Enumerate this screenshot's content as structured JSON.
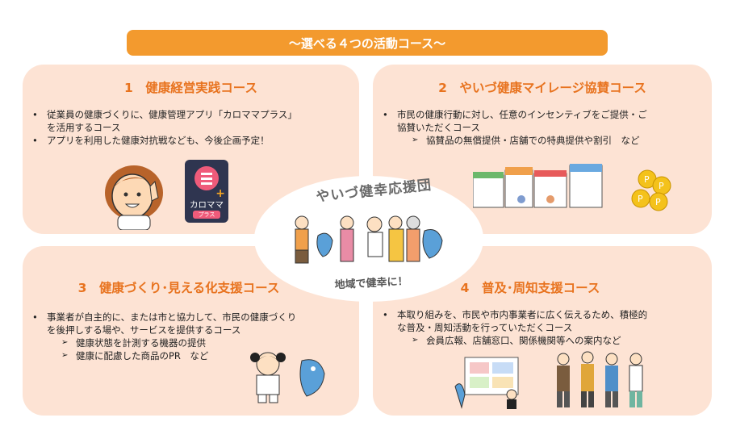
{
  "banner": {
    "title": "～選べる４つの活動コース～"
  },
  "center": {
    "title": "やいづ健幸応援団",
    "subtitle": "地域で健幸に！"
  },
  "courses": [
    {
      "title": "1　健康経営実践コース",
      "bullets": [
        "従業員の健康づくりに、健康管理アプリ「カロママプラス」",
        "を活用するコース",
        "アプリを利用した健康対抗戦なども、今後企画予定！"
      ],
      "app_label_main": "カロママ",
      "app_label_sub": "プラス"
    },
    {
      "title": "2　やいづ健康マイレージ協賛コース",
      "bullets": [
        "市民の健康行動に対し、任意のインセンティブをご提供・ご",
        "協賛いただくコース"
      ],
      "sub_bullets": [
        "協賛品の無償提供・店舗での特典提供や割引　など"
      ]
    },
    {
      "title": "3　健康づくり･見える化支援コース",
      "bullets": [
        "事業者が自主的に、または市と協力して、市民の健康づくり",
        "を後押しする場や、サービスを提供するコース"
      ],
      "sub_bullets": [
        "健康状態を計測する機器の提供",
        "健康に配慮した商品のPR　など"
      ]
    },
    {
      "title": "4　普及･周知支援コース",
      "bullets": [
        "本取り組みを、市民や市内事業者に広く伝えるため、積極的",
        "な普及・周知活動を行っていただくコース"
      ],
      "sub_bullets": [
        "会員広報、店舗窓口、関係機関等への案内など"
      ]
    }
  ]
}
